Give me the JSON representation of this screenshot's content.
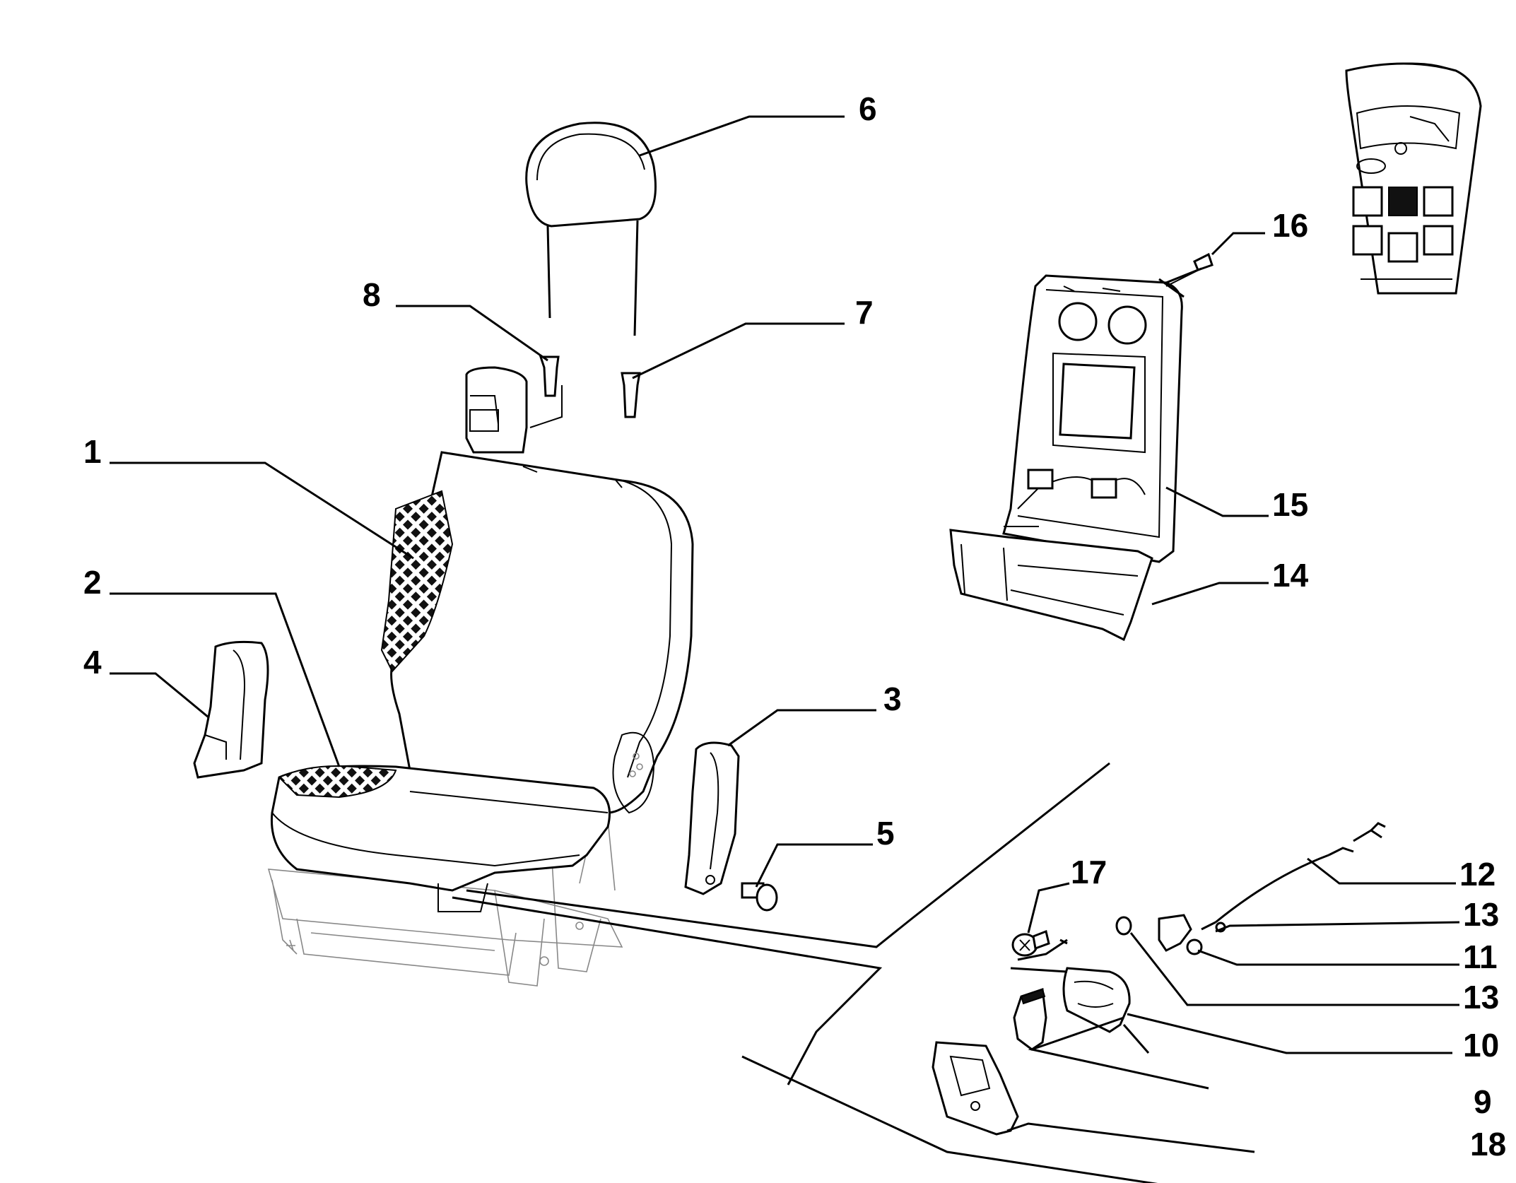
{
  "diagram": {
    "callouts": [
      {
        "id": "c1",
        "label": "1"
      },
      {
        "id": "c2",
        "label": "2"
      },
      {
        "id": "c3",
        "label": "3"
      },
      {
        "id": "c4",
        "label": "4"
      },
      {
        "id": "c5",
        "label": "5"
      },
      {
        "id": "c6",
        "label": "6"
      },
      {
        "id": "c7",
        "label": "7"
      },
      {
        "id": "c8",
        "label": "8"
      },
      {
        "id": "c9",
        "label": "9"
      },
      {
        "id": "c10",
        "label": "10"
      },
      {
        "id": "c11",
        "label": "11"
      },
      {
        "id": "c12",
        "label": "12"
      },
      {
        "id": "c13a",
        "label": "13"
      },
      {
        "id": "c13b",
        "label": "13"
      },
      {
        "id": "c14",
        "label": "14"
      },
      {
        "id": "c15",
        "label": "15"
      },
      {
        "id": "c16",
        "label": "16"
      },
      {
        "id": "c17",
        "label": "17"
      },
      {
        "id": "c18",
        "label": "18"
      }
    ],
    "colors": {
      "ink": "#000000",
      "background": "#ffffff",
      "ghost": "#888888"
    }
  }
}
